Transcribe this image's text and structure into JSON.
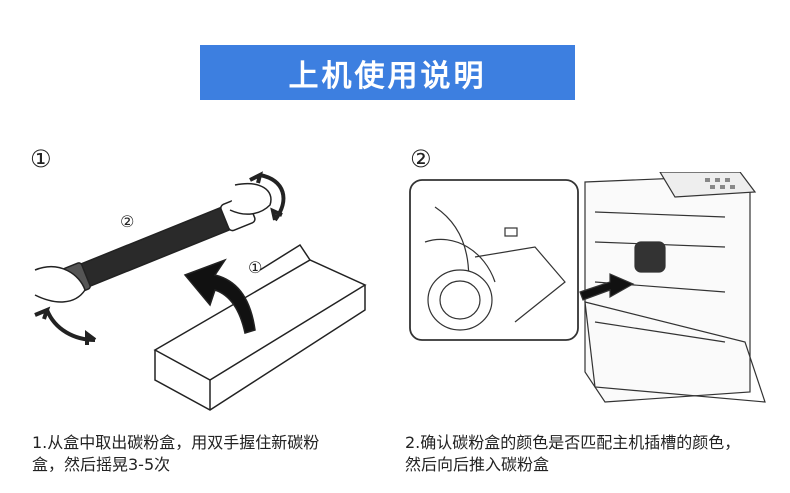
{
  "title": "上机使用说明",
  "steps": [
    {
      "number": "①",
      "inner_labels": [
        "②",
        "①"
      ],
      "caption_line1": "1.从盒中取出碳粉盒，用双手握住新碳粉",
      "caption_line2": "盒，然后摇晃3-5次"
    },
    {
      "number": "②",
      "caption_line1": "2.确认碳粉盒的颜色是否匹配主机插槽的颜色，",
      "caption_line2": "然后向后推入碳粉盒"
    }
  ],
  "colors": {
    "banner": "#3d7fe0",
    "line": "#222222"
  }
}
